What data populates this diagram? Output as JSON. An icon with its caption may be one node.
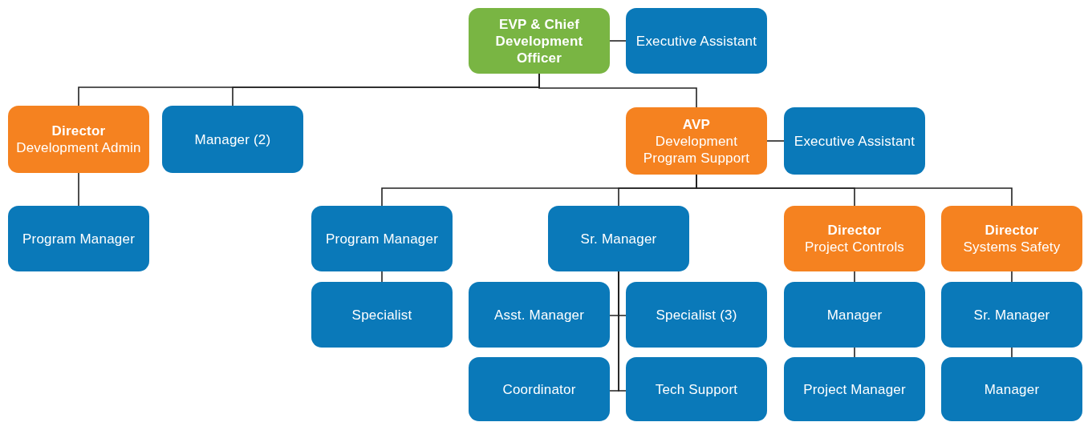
{
  "diagram": {
    "nodes": [
      {
        "text": [
          "EVP & Chief Development Officer"
        ]
      },
      {
        "text": [
          "Executive Assistant"
        ]
      },
      {
        "text": [
          "Director",
          "Development Admin"
        ]
      },
      {
        "text": [
          "Manager (2)"
        ]
      },
      {
        "text": [
          "AVP",
          "Development Program Support"
        ]
      },
      {
        "text": [
          "Executive Assistant"
        ]
      },
      {
        "text": [
          "Program Manager"
        ]
      },
      {
        "text": [
          "Program Manager"
        ]
      },
      {
        "text": [
          "Sr. Manager"
        ]
      },
      {
        "text": [
          "Director",
          "Project Controls"
        ]
      },
      {
        "text": [
          "Director",
          "Systems Safety"
        ]
      },
      {
        "text": [
          "Specialist"
        ]
      },
      {
        "text": [
          "Asst. Manager"
        ]
      },
      {
        "text": [
          "Specialist (3)"
        ]
      },
      {
        "text": [
          "Manager"
        ]
      },
      {
        "text": [
          "Sr. Manager"
        ]
      },
      {
        "text": [
          "Coordinator"
        ]
      },
      {
        "text": [
          "Tech Support"
        ]
      },
      {
        "text": [
          "Project Manager"
        ]
      },
      {
        "text": [
          "Manager"
        ]
      }
    ],
    "edges": [
      {
        "from": 0,
        "to": 1,
        "arrow": "none"
      },
      {
        "from": 0,
        "to": 2,
        "arrow": "none"
      },
      {
        "from": 0,
        "to": 3,
        "arrow": "none"
      },
      {
        "from": 0,
        "to": 4,
        "arrow": "none"
      },
      {
        "from": 4,
        "to": 5,
        "arrow": "none"
      },
      {
        "from": 2,
        "to": 6,
        "arrow": "none"
      },
      {
        "from": 4,
        "to": 7,
        "arrow": "none"
      },
      {
        "from": 4,
        "to": 8,
        "arrow": "none"
      },
      {
        "from": 4,
        "to": 9,
        "arrow": "none"
      },
      {
        "from": 4,
        "to": 10,
        "arrow": "none"
      },
      {
        "from": 7,
        "to": 11,
        "arrow": "none"
      },
      {
        "from": 8,
        "to": 12,
        "arrow": "none"
      },
      {
        "from": 8,
        "to": 13,
        "arrow": "none"
      },
      {
        "from": 8,
        "to": 16,
        "arrow": "none"
      },
      {
        "from": 8,
        "to": 17,
        "arrow": "none"
      },
      {
        "from": 9,
        "to": 14,
        "arrow": "none"
      },
      {
        "from": 14,
        "to": 18,
        "arrow": "none"
      },
      {
        "from": 10,
        "to": 15,
        "arrow": "none"
      },
      {
        "from": 15,
        "to": 19,
        "arrow": "none"
      }
    ]
  }
}
